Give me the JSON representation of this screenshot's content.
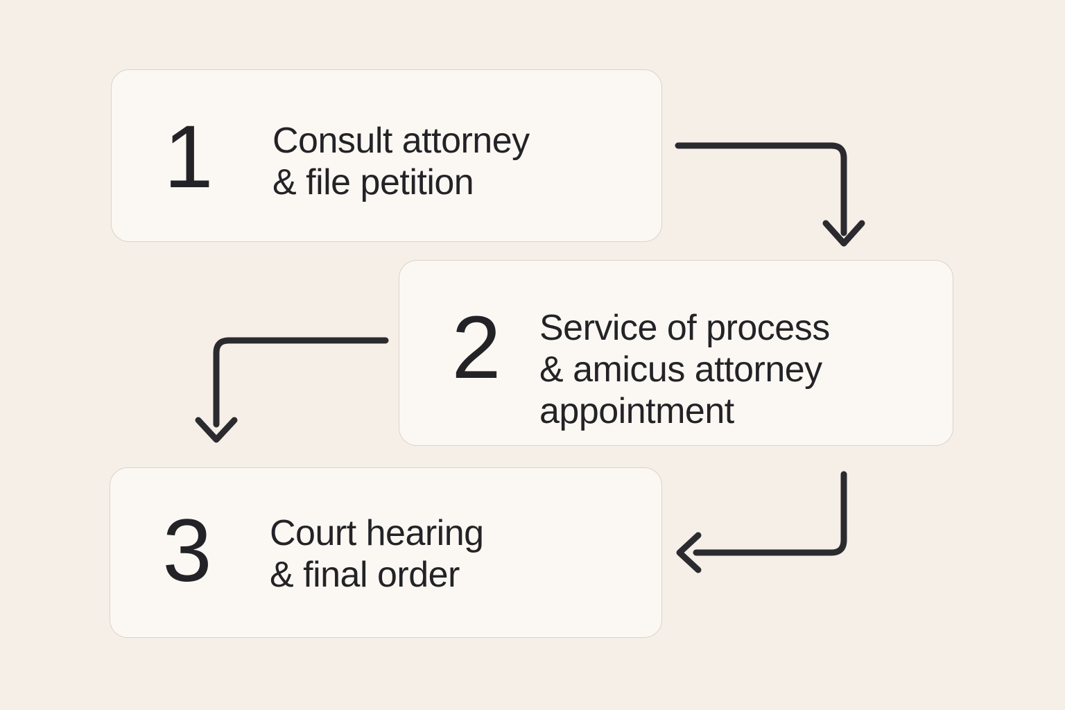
{
  "diagram": {
    "steps": [
      {
        "number": "1",
        "lines": [
          "Consult attorney",
          "& file petition"
        ]
      },
      {
        "number": "2",
        "lines": [
          "Service of process",
          "& amicus attorney",
          "appointment"
        ]
      },
      {
        "number": "3",
        "lines": [
          "Court hearing",
          "& final order"
        ]
      }
    ],
    "connectors": [
      {
        "name": "arrow-step1-to-step2",
        "direction": "right-then-down"
      },
      {
        "name": "arrow-step2-to-step3",
        "direction": "left-then-down"
      },
      {
        "name": "arrow-step2-bottom-to-step3",
        "direction": "down-then-left"
      }
    ],
    "colors": {
      "background": "#f6efe8",
      "card_background": "#fbf8f3",
      "card_border": "#d9d3c9",
      "text": "#232327",
      "arrow": "#2b2b2f"
    }
  }
}
